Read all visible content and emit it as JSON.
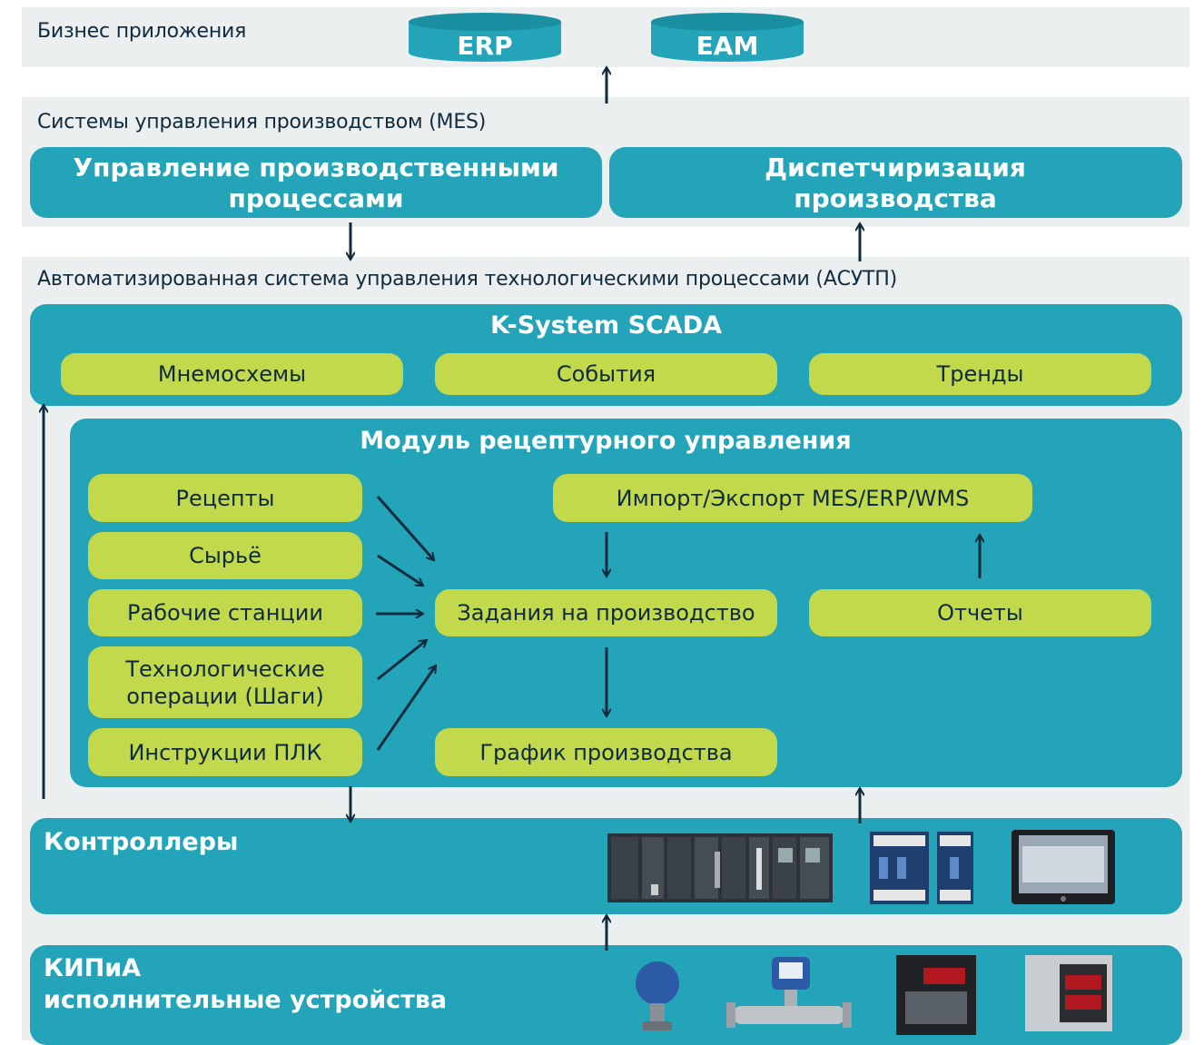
{
  "business": {
    "label": "Бизнес приложения",
    "systems": [
      "ERP",
      "EAM"
    ]
  },
  "mes": {
    "label": "Системы управления производством (MES)",
    "left_box": "Управление производственными процессами",
    "right_box": "Диспетчиризация производства"
  },
  "asutp": {
    "label": "Автоматизированная система управления технологическими процессами (АСУТП)"
  },
  "scada": {
    "title": "K-System SCADA",
    "items": [
      "Мнемосхемы",
      "События",
      "Тренды"
    ]
  },
  "recipe_module": {
    "title": "Модуль рецептурного управления",
    "inputs": [
      "Рецепты",
      "Сырьё",
      "Рабочие станции",
      "Технологические операции (Шаги)",
      "Инструкции ПЛК"
    ],
    "tasks": "Задания на производство",
    "schedule": "График производства",
    "import_export": "Импорт/Экспорт MES/ERP/WMS",
    "reports": "Отчеты"
  },
  "controllers": {
    "label": "Контроллеры"
  },
  "kip": {
    "line1": "КИПиА",
    "line2": "исполнительные устройства"
  },
  "colors": {
    "teal": "#23a4b8",
    "lime": "#c3d94c",
    "navy": "#0f2b3d",
    "band": "#eceff0"
  }
}
